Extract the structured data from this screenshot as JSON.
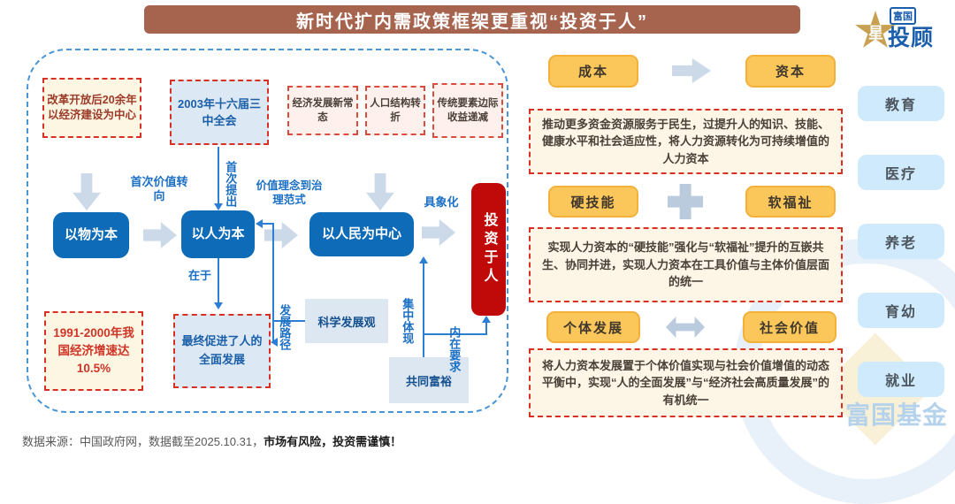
{
  "title": "新时代扩内需政策框架更重视“投资于人”",
  "logo": {
    "brand_small": "富国",
    "star_char": "星",
    "brand_large": "投顾"
  },
  "flowchart": {
    "boxes": {
      "reform": "改革开放后20余年以经济建设为中心",
      "y2003": "2003年十六届三中全会",
      "new_normal": "经济发展新常态",
      "population": "人口结构转折",
      "tradition": "传统要素边际收益递减",
      "material": "以物为本",
      "human": "以人为本",
      "people_center": "以人民为中心",
      "invest": "投资于人",
      "growth_1991": "1991-2000年我国经济增速达10.5%",
      "final_dev": "最终促进了人的全面发展",
      "scientific": "科学发展观",
      "common_prosperity": "共同富裕"
    },
    "labels": {
      "first_value_shift": "首次价值转向",
      "first_proposed": "首次提出",
      "value_to_governance": "价值理念到治理范式",
      "concretize": "具象化",
      "lies_in": "在于",
      "dev_path": "发展路径",
      "concentrated": "集中体现",
      "intrinsic": "内在要求"
    }
  },
  "right_blocks": [
    {
      "left": "成本",
      "right": "资本",
      "desc": "推动更多资金资源服务于民生，过提升人的知识、技能、健康水平和社会适应性，将人力资源转化为可持续增值的人力资本"
    },
    {
      "left": "硬技能",
      "right": "软福祉",
      "desc": "实现人力资本的“硬技能”强化与“软福祉”提升的互嵌共生、协同并进，实现人力资本在工具价值与主体价值层面的统一"
    },
    {
      "left": "个体发展",
      "right": "社会价值",
      "desc": "将人力资本发展置于个体价值实现与社会价值增值的动态平衡中，实现“人的全面发展”与“经济社会高质量发展”的有机统一"
    }
  ],
  "sidebar": {
    "items": [
      {
        "label": "教育"
      },
      {
        "label": "医疗"
      },
      {
        "label": "养老"
      },
      {
        "label": "育幼"
      },
      {
        "label": "就业"
      }
    ],
    "watermark": "富国基金"
  },
  "footer": {
    "source": "数据来源：中国政府网，数据截至2025.10.31，",
    "warning": "市场有风险，投资需谨慎！"
  },
  "colors": {
    "title_bg": "#a6634e",
    "primary_blue": "#0e6bb7",
    "accent_red": "#c00a0a",
    "orange": "#fbc75b",
    "arrow_gray": "#ccd9e8",
    "line_blue": "#2b7fd4"
  }
}
